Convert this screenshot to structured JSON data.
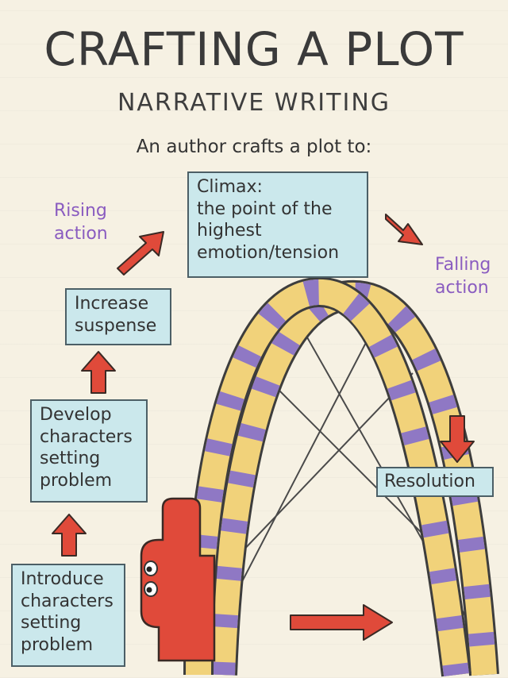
{
  "title": "CRAFTING A PLOT",
  "subtitle": "NARRATIVE WRITING",
  "intro": "An author crafts a plot to:",
  "labels": {
    "rising": [
      "Rising",
      "action"
    ],
    "falling": [
      "Falling",
      "action"
    ]
  },
  "boxes": {
    "climax": [
      "Climax:",
      "the point of the",
      "highest",
      "emotion/tension"
    ],
    "increase": [
      "Increase",
      "suspense"
    ],
    "develop": [
      "Develop",
      "characters",
      "setting",
      "problem"
    ],
    "introduce": [
      "Introduce",
      "characters",
      "setting",
      "problem"
    ],
    "resolution": [
      "Resolution"
    ]
  },
  "colors": {
    "background": "#f6f1e3",
    "box_fill": "#cbe8ec",
    "arrow": "#e04a3a",
    "track_yellow": "#f1d27a",
    "track_purple": "#8f78c4",
    "label_purple": "#8a5cc0"
  }
}
